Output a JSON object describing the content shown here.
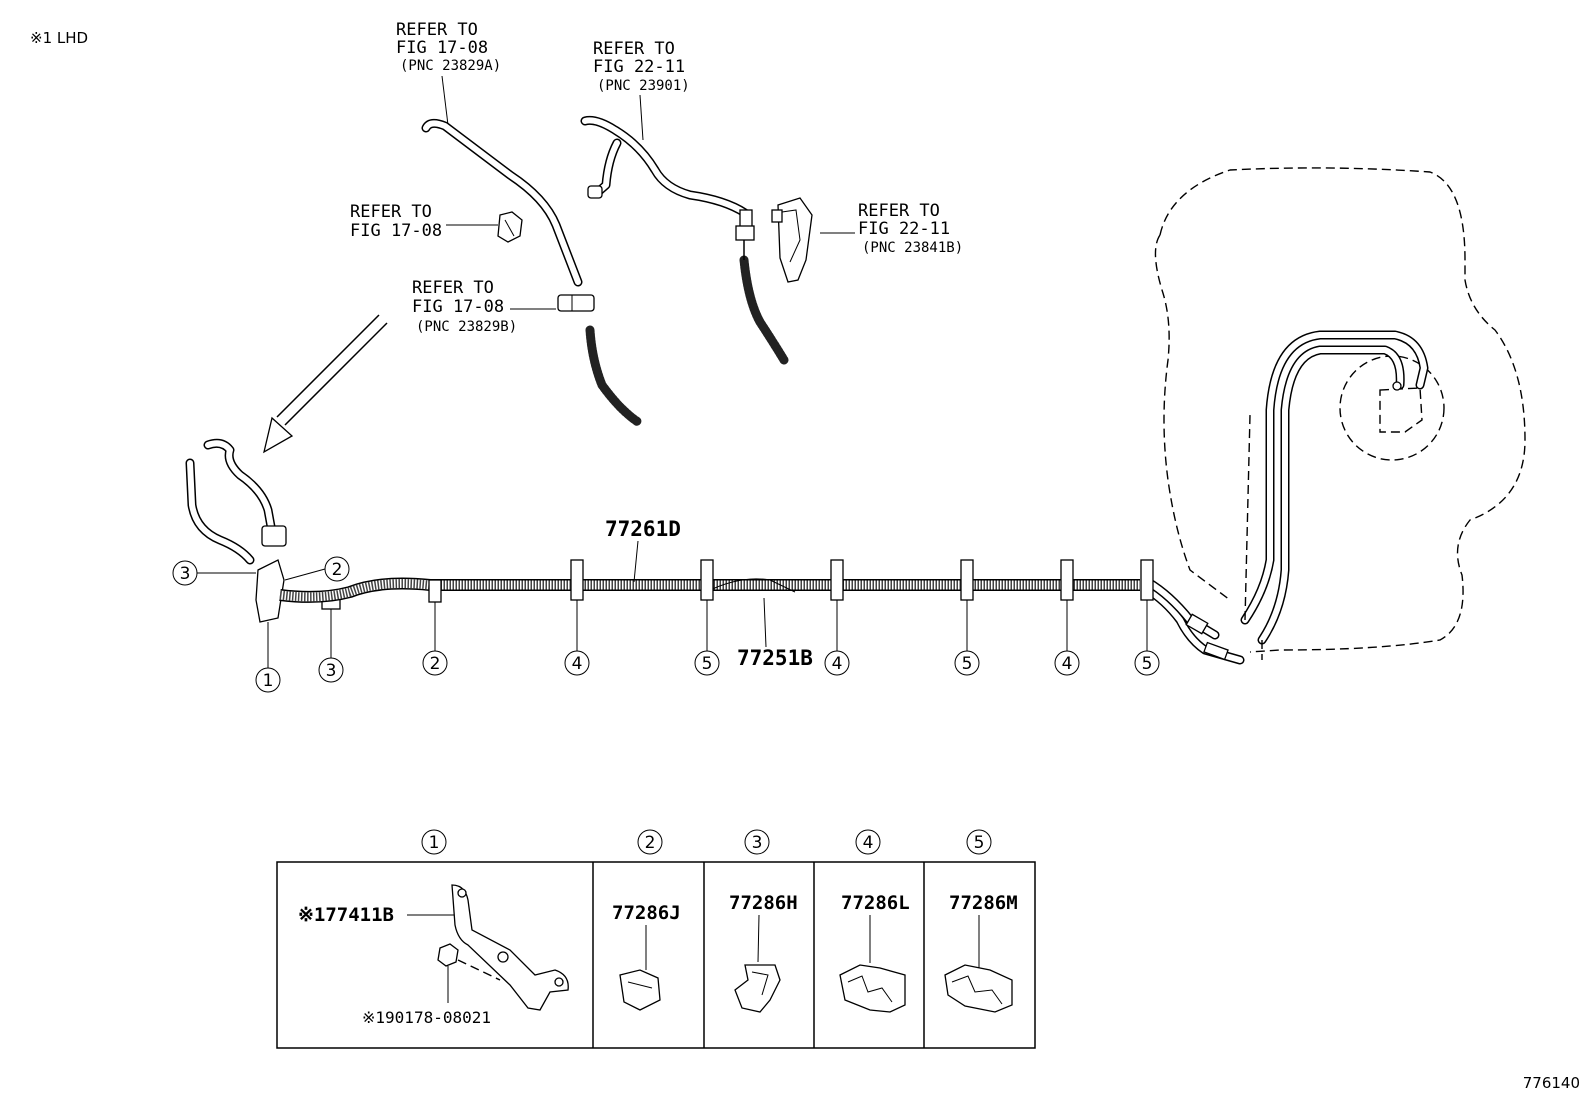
{
  "note": "※1 LHD",
  "figure_id": "776140",
  "refs": {
    "r1": {
      "l1": "REFER TO",
      "l2": "FIG 17-08",
      "l3": "(PNC 23829A)"
    },
    "r2": {
      "l1": "REFER TO",
      "l2": "FIG 22-11",
      "l3": "(PNC 23901)"
    },
    "r3": {
      "l1": "REFER TO",
      "l2": "FIG 17-08"
    },
    "r4": {
      "l1": "REFER TO",
      "l2": "FIG 22-11",
      "l3": "(PNC 23841B)"
    },
    "r5": {
      "l1": "REFER TO",
      "l2": "FIG 17-08",
      "l3": "(PNC 23829B)"
    }
  },
  "main_parts": {
    "upper_pipe": "77261D",
    "lower_pipe": "77251B"
  },
  "callouts": {
    "c1": "1",
    "c2": "2",
    "c3": "3",
    "c4": "4",
    "c5": "5"
  },
  "legend": {
    "headers": [
      "1",
      "2",
      "3",
      "4",
      "5"
    ],
    "cell1": {
      "part_a": "※177411B",
      "part_b": "※190178-08021"
    },
    "cell2": "77286J",
    "cell3": "77286H",
    "cell4": "77286L",
    "cell5": "77286M"
  }
}
